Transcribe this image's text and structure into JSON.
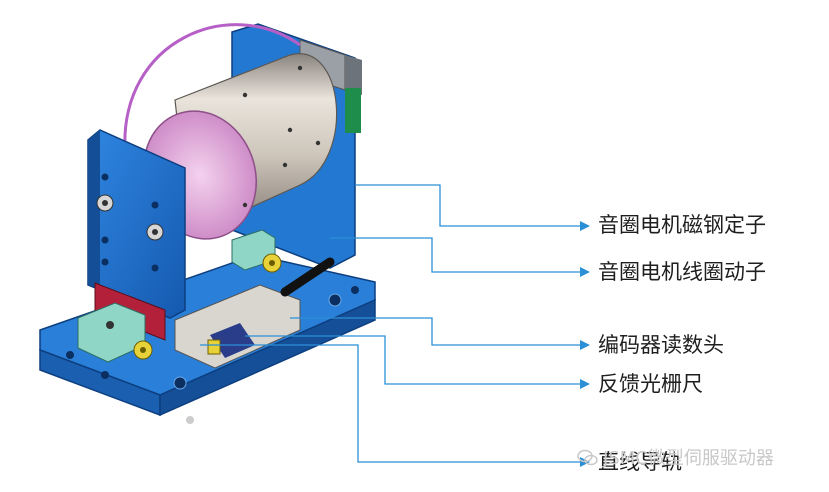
{
  "labels": {
    "stator": "音圈电机磁钢定子",
    "mover": "音圈电机线圈动子",
    "encoder_head": "编码器读数头",
    "grating_scale": "反馈光栅尺",
    "linear_guide": "直线导轨"
  },
  "watermark": {
    "text": "JSMC微型伺服驱动器",
    "icon": "wechat-icon"
  },
  "colors": {
    "frame_blue": "#1f6fc9",
    "leader_line": "#2a8fd6",
    "motor_silver": "#c9c1b6",
    "coil_pink": "#e8a8e0",
    "clamp_green": "#8fd6c6",
    "bolt_yellow": "#e8d23a",
    "rail_red": "#b3203a"
  }
}
